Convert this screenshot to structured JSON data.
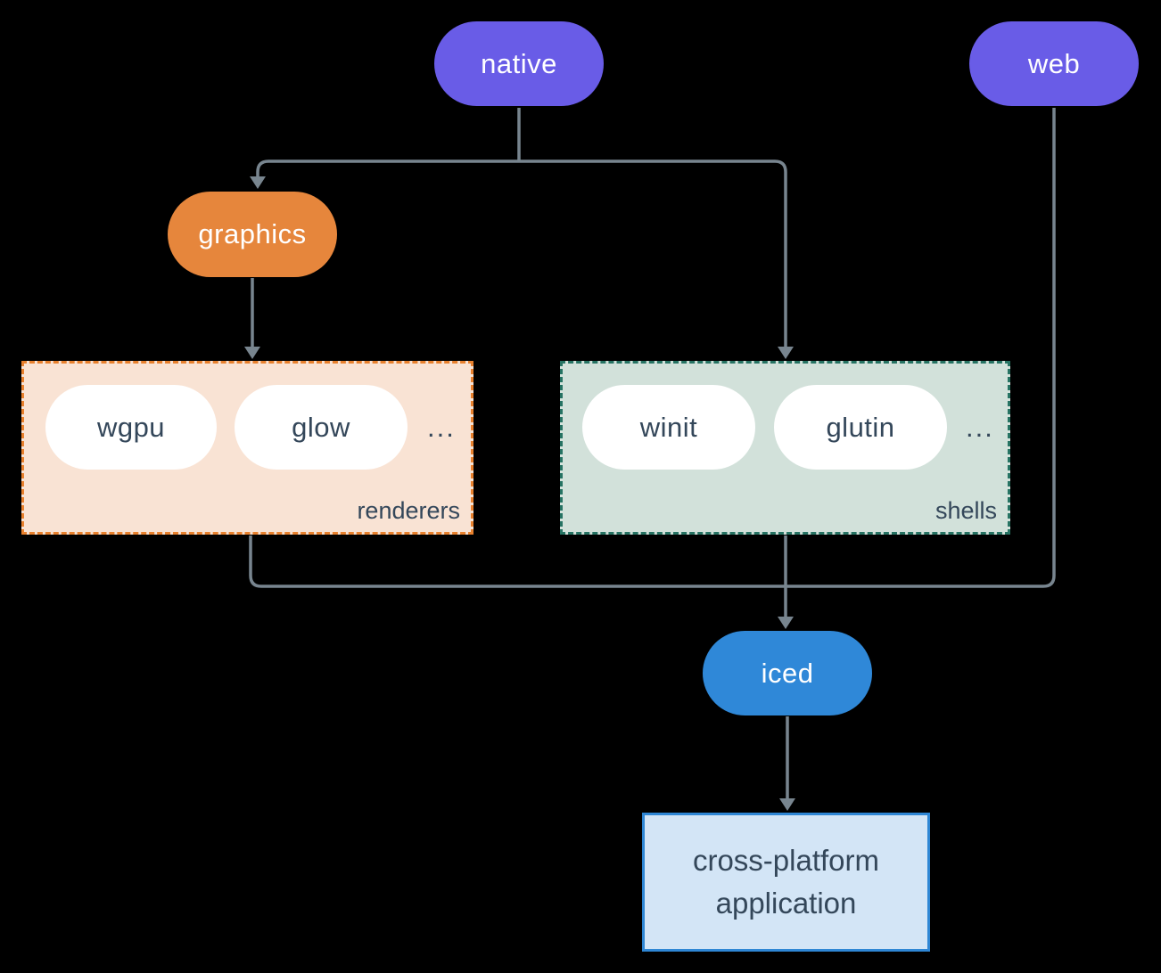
{
  "diagram": {
    "nodes": {
      "native": {
        "label": "native"
      },
      "web": {
        "label": "web"
      },
      "graphics": {
        "label": "graphics"
      },
      "iced": {
        "label": "iced"
      },
      "application": {
        "label": "cross-platform application"
      }
    },
    "groups": {
      "renderers": {
        "label": "renderers",
        "ellipsis": "...",
        "items": [
          {
            "label": "wgpu"
          },
          {
            "label": "glow"
          }
        ]
      },
      "shells": {
        "label": "shells",
        "ellipsis": "...",
        "items": [
          {
            "label": "winit"
          },
          {
            "label": "glutin"
          }
        ]
      }
    },
    "colors": {
      "background": "#000000",
      "purple_node": "#695ce7",
      "orange_node": "#e6863c",
      "blue_node": "#2f88d8",
      "white_pill": "#ffffff",
      "renderers_fill": "#f9e3d4",
      "renderers_border": "#e8812e",
      "shells_fill": "#d2e1da",
      "shells_border": "#267363",
      "app_fill": "#d3e5f6",
      "app_border": "#2e86d4",
      "connector": "#78858f",
      "text_dark": "#34475a",
      "text_light": "#ffffff"
    }
  }
}
